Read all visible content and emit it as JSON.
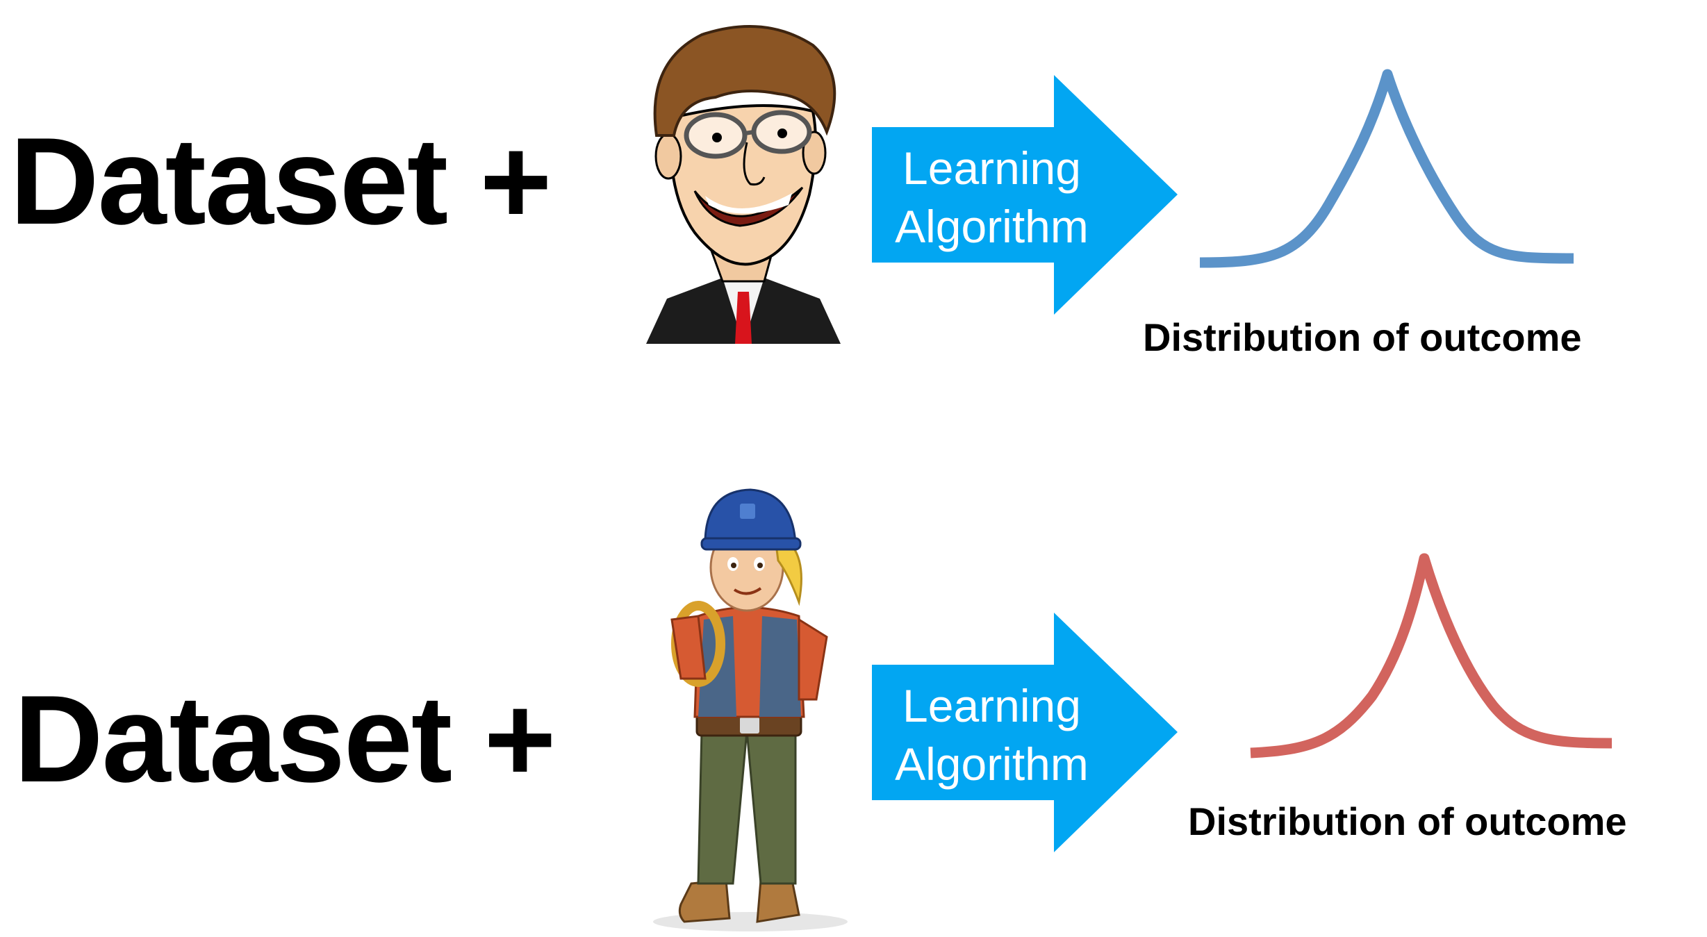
{
  "rows": [
    {
      "dataset_label": "Dataset +",
      "character": "caricature-man-icon",
      "arrow": {
        "line1": "Learning",
        "line2": "Algorithm",
        "color": "#02a6f2"
      },
      "distribution": {
        "caption": "Distribution of outcome",
        "color": "#5b93c9"
      }
    },
    {
      "dataset_label": "Dataset +",
      "character": "construction-worker-icon",
      "arrow": {
        "line1": "Learning",
        "line2": "Algorithm",
        "color": "#02a6f2"
      },
      "distribution": {
        "caption": "Distribution of outcome",
        "color": "#d2645e"
      }
    }
  ]
}
